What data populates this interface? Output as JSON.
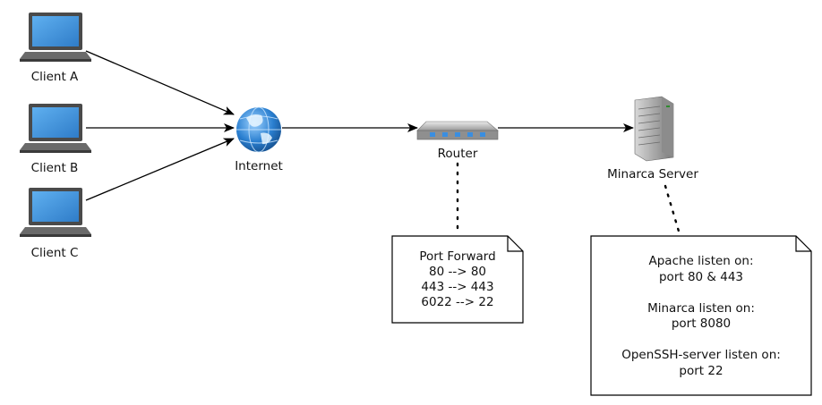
{
  "clients": [
    {
      "label": "Client A"
    },
    {
      "label": "Client B"
    },
    {
      "label": "Client C"
    }
  ],
  "internet": {
    "label": "Internet"
  },
  "router": {
    "label": "Router",
    "note": [
      "Port Forward",
      "80 --> 80",
      "443 --> 443",
      "6022 --> 22"
    ]
  },
  "server": {
    "label": "Minarca Server",
    "note": [
      "Apache listen on:",
      "port 80 & 443",
      "",
      "Minarca listen on:",
      "port 8080",
      "",
      "OpenSSH-server listen on:",
      "port 22"
    ]
  },
  "icons": {
    "laptop": "laptop-icon",
    "globe": "globe-icon",
    "router": "router-icon",
    "server": "server-icon"
  },
  "colors": {
    "laptop_screen": "#3f8fd6",
    "globe": "#2a7fd0",
    "router_lights": "#3a8ee0",
    "line": "#000000"
  }
}
